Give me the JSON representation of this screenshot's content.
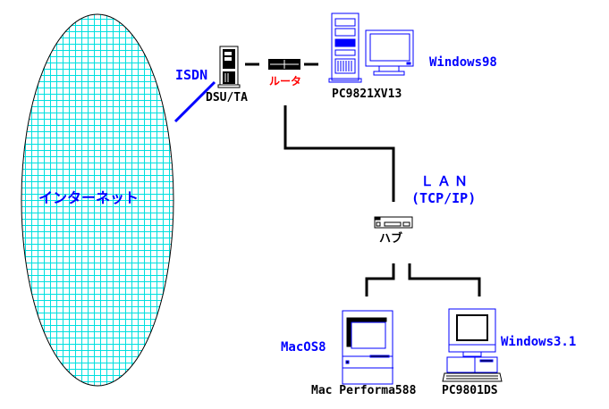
{
  "colors": {
    "os_label": "#0000ff",
    "device_outline": "#0000ff",
    "router_label": "#ff0000",
    "internet_grid": "#00e0e0",
    "cable": "#000000",
    "isdn_line": "#0000ff"
  },
  "internet": {
    "label": "インターネット",
    "icon": "cloud-network-icon"
  },
  "isdn": {
    "label": "ISDN"
  },
  "dsu_ta": {
    "label": "DSU/TA",
    "icon": "modem-tower-icon"
  },
  "router": {
    "label": "ルータ",
    "icon": "router-icon"
  },
  "server": {
    "label": "PC9821XV13",
    "os": "Windows98",
    "icon": "desktop-tower-pc-icon"
  },
  "lan": {
    "title": "ＬＡＮ",
    "protocol": "(TCP/IP)"
  },
  "hub": {
    "label": "ハブ",
    "icon": "hub-icon"
  },
  "mac": {
    "label": "Mac Performa588",
    "os": "MacOS8",
    "icon": "mac-computer-icon"
  },
  "pc98": {
    "label": "PC9801DS",
    "os": "Windows3.1",
    "icon": "desktop-pc-icon"
  }
}
